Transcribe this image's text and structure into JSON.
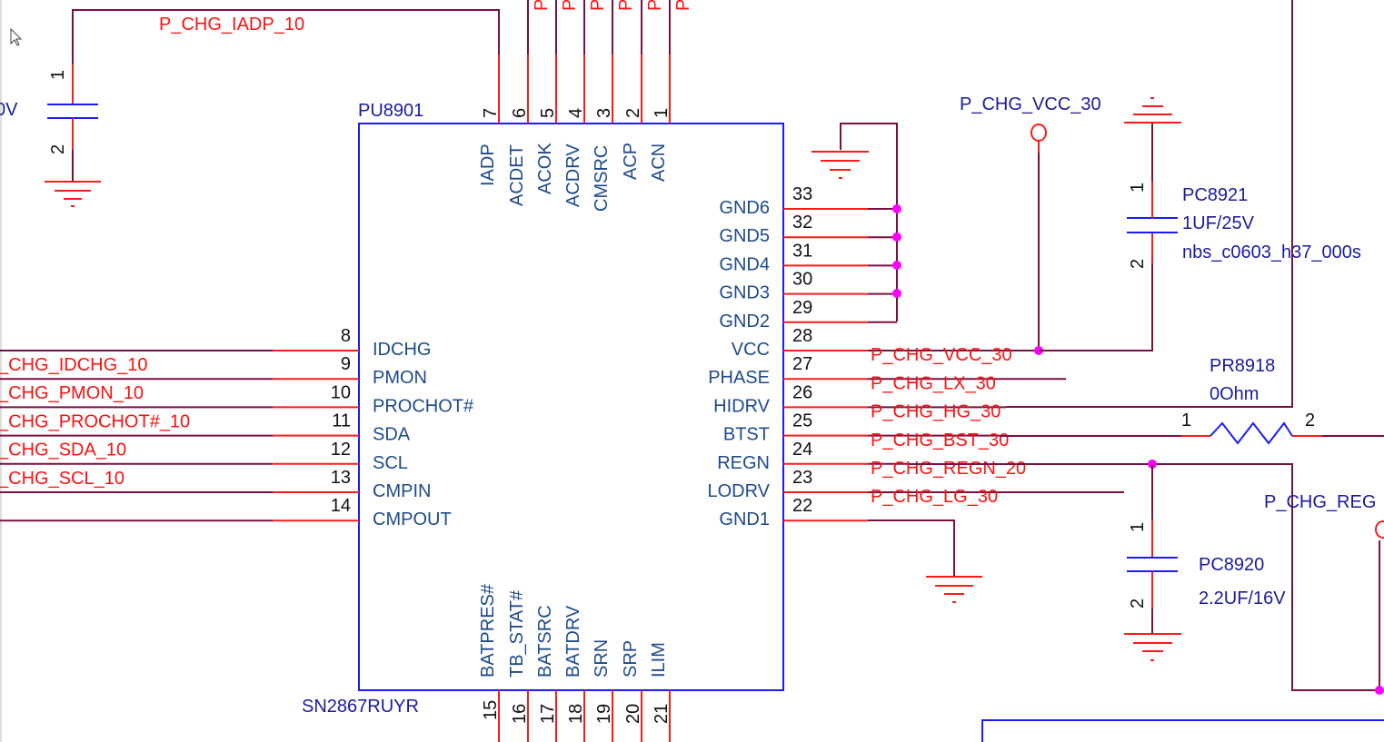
{
  "chip": {
    "ref": "PU8901",
    "part": "SN2867RUYR",
    "top_pins": [
      {
        "num": "7",
        "name": "IADP"
      },
      {
        "num": "6",
        "name": "ACDET"
      },
      {
        "num": "5",
        "name": "ACOK"
      },
      {
        "num": "4",
        "name": "ACDRV"
      },
      {
        "num": "3",
        "name": "CMSRC"
      },
      {
        "num": "2",
        "name": "ACP"
      },
      {
        "num": "1",
        "name": "ACN"
      }
    ],
    "left_pins": [
      {
        "num": "8",
        "name": "IDCHG",
        "net": "_CHG_IDCHG_10"
      },
      {
        "num": "9",
        "name": "PMON",
        "net": "_CHG_PMON_10"
      },
      {
        "num": "10",
        "name": "PROCHOT#",
        "net": "_CHG_PROCHOT#_10"
      },
      {
        "num": "11",
        "name": "SDA",
        "net": "_CHG_SDA_10"
      },
      {
        "num": "12",
        "name": "SCL",
        "net": "_CHG_SCL_10"
      },
      {
        "num": "13",
        "name": "CMPIN",
        "net": ""
      },
      {
        "num": "14",
        "name": "CMPOUT",
        "net": ""
      }
    ],
    "right_pins": [
      {
        "num": "33",
        "name": "GND6",
        "net": ""
      },
      {
        "num": "32",
        "name": "GND5",
        "net": ""
      },
      {
        "num": "31",
        "name": "GND4",
        "net": ""
      },
      {
        "num": "30",
        "name": "GND3",
        "net": ""
      },
      {
        "num": "29",
        "name": "GND2",
        "net": ""
      },
      {
        "num": "28",
        "name": "VCC",
        "net": ""
      },
      {
        "num": "27",
        "name": "PHASE",
        "net": "P_CHG_VCC_30"
      },
      {
        "num": "26",
        "name": "HIDRV",
        "net": "P_CHG_LX_30"
      },
      {
        "num": "25",
        "name": "BTST",
        "net": "P_CHG_HG_30"
      },
      {
        "num": "24",
        "name": "REGN",
        "net": "P_CHG_BST_30"
      },
      {
        "num": "23",
        "name": "LODRV",
        "net": "P_CHG_REGN_20"
      },
      {
        "num": "22",
        "name": "GND1",
        "net": "P_CHG_LG_30"
      }
    ],
    "bottom_pins": [
      {
        "num": "15",
        "name": "BATPRES#"
      },
      {
        "num": "16",
        "name": "TB_STAT#"
      },
      {
        "num": "17",
        "name": "BATSRC"
      },
      {
        "num": "18",
        "name": "BATDRV"
      },
      {
        "num": "19",
        "name": "SRN"
      },
      {
        "num": "20",
        "name": "SRP"
      },
      {
        "num": "21",
        "name": "ILIM"
      }
    ]
  },
  "nets": {
    "iadp": "P_CHG_IADP_10",
    "top_partial": "P",
    "vcc_port": "P_CHG_VCC_30",
    "regn_port": "P_CHG_REG"
  },
  "left_cap": {
    "pin1": "1",
    "pin2": "2",
    "value_partial": "0V"
  },
  "pc8921": {
    "ref": "PC8921",
    "value": "1UF/25V",
    "footprint": "nbs_c0603_h37_000s",
    "pin1": "1",
    "pin2": "2"
  },
  "pc8920": {
    "ref": "PC8920",
    "value": "2.2UF/16V",
    "pin1": "1",
    "pin2": "2"
  },
  "pr8918": {
    "ref": "PR8918",
    "value": "0Ohm",
    "pin1": "1",
    "pin2": "2"
  }
}
